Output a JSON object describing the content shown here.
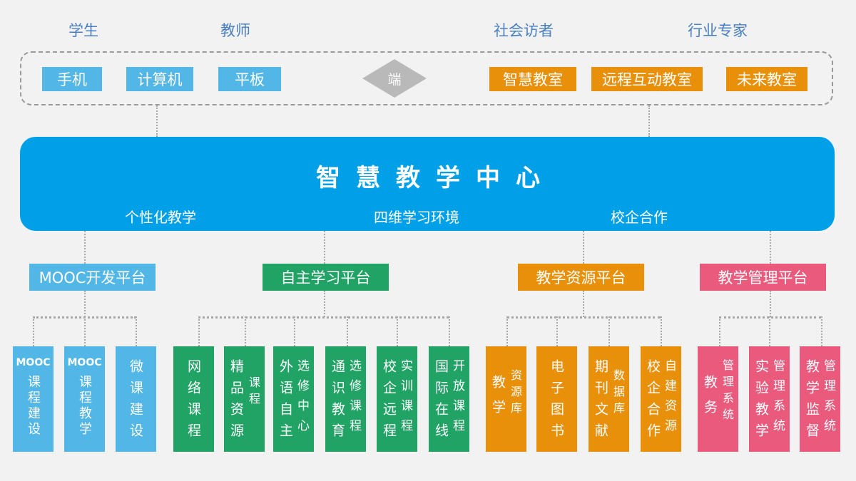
{
  "roles": [
    "学生",
    "教师",
    "社会访者",
    "行业专家"
  ],
  "devices": [
    "手机",
    "计算机",
    "平板"
  ],
  "endpoint_label": "端",
  "classrooms": [
    "智慧教室",
    "远程互动教室",
    "未来教室"
  ],
  "center": {
    "title": "智慧教学中心",
    "features": [
      "个性化教学",
      "四维学习环境",
      "校企合作"
    ]
  },
  "platforms": [
    "MOOC开发平台",
    "自主学习平台",
    "教学资源平台",
    "教学管理平台"
  ],
  "cards": {
    "mooc_course_build": {
      "a": "MOOC",
      "b": "课程建设"
    },
    "mooc_course_teach": {
      "a": "MOOC",
      "b": "课程教学"
    },
    "micro_course": {
      "a": "微课建设"
    },
    "online_course": {
      "a": "网络课程"
    },
    "quality_resource": {
      "a": "精品资源",
      "b": "课程"
    },
    "elective_foreign": {
      "a": "外语自主",
      "b": "选修中心"
    },
    "elective_general": {
      "a": "通识教育",
      "b": "选修课程"
    },
    "school_enterprise_training": {
      "a": "校企远程",
      "b": "实训课程"
    },
    "international_open": {
      "a": "国际在线",
      "b": "开放课程"
    },
    "teaching_resource_lib": {
      "a": "教学",
      "b": "资源库"
    },
    "ebook": {
      "a": "电子图书"
    },
    "journal_db": {
      "a": "期刊文献",
      "b": "数据库"
    },
    "enterprise_resource": {
      "a": "校企合作",
      "b": "自建资源"
    },
    "edu_admin_system": {
      "a": "教务",
      "b": "管理系统"
    },
    "lab_teaching_system": {
      "a": "实验教学",
      "b": "管理系统"
    },
    "teaching_supervision_system": {
      "a": "教学监督",
      "b": "管理系统"
    }
  },
  "colors": {
    "background": "#f2f2f2",
    "role_text": "#4a7fc1",
    "center": "#00a0e8",
    "blue": "#52b6e6",
    "orange": "#e9900a",
    "green": "#21a366",
    "pink": "#ea5a7d",
    "gray_diamond": "#b9b9b9",
    "connector": "#a9a9a9"
  }
}
